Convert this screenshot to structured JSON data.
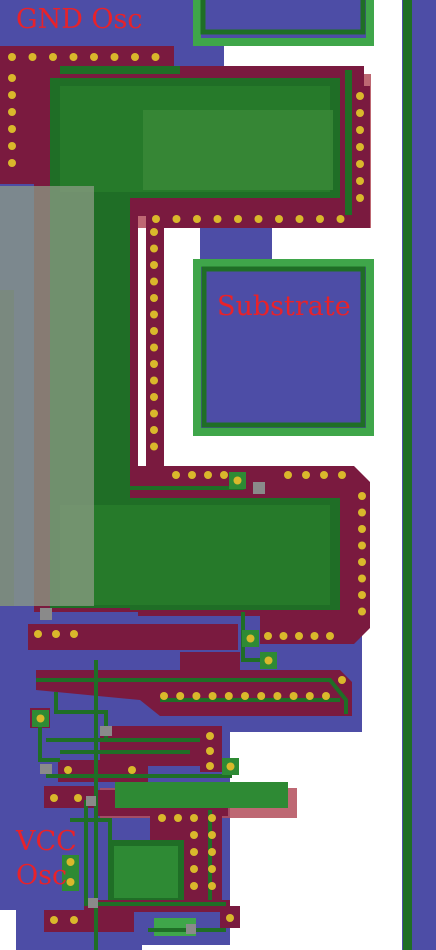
{
  "labels": {
    "gnd_osc": "GND Osc",
    "substrate": "Substrate",
    "vcc_osc_line1": "VCC",
    "vcc_osc_line2": "Osc"
  },
  "colors": {
    "background": "#ffffff",
    "substrate_blue": "#4d4da6",
    "metal_red": "#7a1a3f",
    "metal_red_light": "#b34d5a",
    "metal_green": "#1f6e26",
    "metal_green_light": "#3fa64a",
    "via_yellow": "#d9b82b",
    "label_red": "#e8222a",
    "overlay_gray": "#8c9c86"
  }
}
